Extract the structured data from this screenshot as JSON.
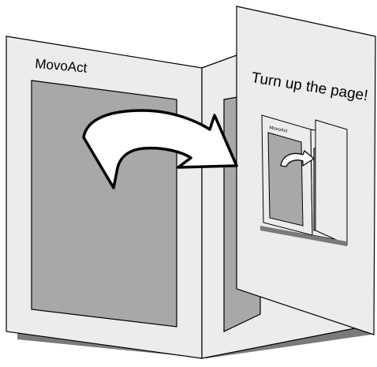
{
  "main_label": "MovoAct",
  "page_caption": "Turn up the page!",
  "inset_label": "MovoAct",
  "icons": [
    "curved-arrow-icon",
    "small-curved-arrow-icon"
  ],
  "colors": {
    "page_fill": "#ececec",
    "panel_fill": "#a8a8a8",
    "shadow": "#7a7a7a",
    "stroke": "#000000",
    "arrow_fill": "#ffffff"
  }
}
